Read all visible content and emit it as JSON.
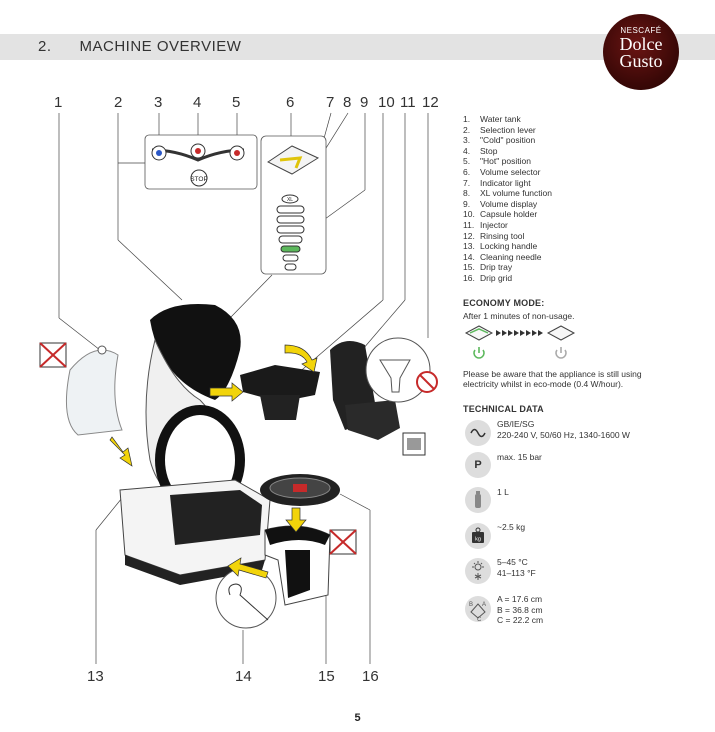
{
  "header": {
    "section": "2.      MACHINE OVERVIEW"
  },
  "logo": {
    "line1": "NESCAFÉ",
    "line2": "Dolce",
    "line3": "Gusto"
  },
  "callout_numbers_top": [
    "1",
    "2",
    "3",
    "4",
    "5",
    "6",
    "7",
    "8",
    "9",
    "10",
    "11",
    "12"
  ],
  "callout_numbers_bottom": [
    "13",
    "14",
    "15",
    "16"
  ],
  "inset": {
    "stop_label": "STOP",
    "xl_label": "XL"
  },
  "parts": [
    {
      "n": "1.",
      "label": "Water tank"
    },
    {
      "n": "2.",
      "label": "Selection lever"
    },
    {
      "n": "3.",
      "label": "\"Cold\" position"
    },
    {
      "n": "4.",
      "label": "Stop"
    },
    {
      "n": "5.",
      "label": "\"Hot\" position"
    },
    {
      "n": "6.",
      "label": "Volume selector"
    },
    {
      "n": "7.",
      "label": "Indicator light"
    },
    {
      "n": "8.",
      "label": "XL volume function"
    },
    {
      "n": "9.",
      "label": "Volume display"
    },
    {
      "n": "10.",
      "label": "Capsule holder"
    },
    {
      "n": "11.",
      "label": "Injector"
    },
    {
      "n": "12.",
      "label": "Rinsing tool"
    },
    {
      "n": "13.",
      "label": "Locking handle"
    },
    {
      "n": "14.",
      "label": "Cleaning needle"
    },
    {
      "n": "15.",
      "label": "Drip tray"
    },
    {
      "n": "16.",
      "label": "Drip grid"
    }
  ],
  "economy": {
    "heading": "ECONOMY MODE:",
    "subtitle": "After 1 minutes of non-usage.",
    "note": [
      "Please be aware that the appliance is still using",
      "electricity whilst in eco-mode (0.4 W/hour)."
    ]
  },
  "technical": {
    "heading": "TECHNICAL DATA",
    "voltage": "GB/IE/SG\n220-240 V, 50/60 Hz, 1340-1600 W",
    "pressure_icon": "P",
    "pressure": "max. 15 bar",
    "capacity": "1 L",
    "weight_icon": "kg",
    "weight": "~2.5 kg",
    "temperature": "5–45 °C\n41–113 °F",
    "dimensions": "A = 17.6 cm\nB = 36.8 cm\nC = 22.2 cm"
  },
  "page_number": "5",
  "colors": {
    "header_band": "#e3e3e3",
    "logo": "#4a0b09",
    "power_green": "#5cb85c",
    "arrow_yellow": "#f2d40a"
  }
}
